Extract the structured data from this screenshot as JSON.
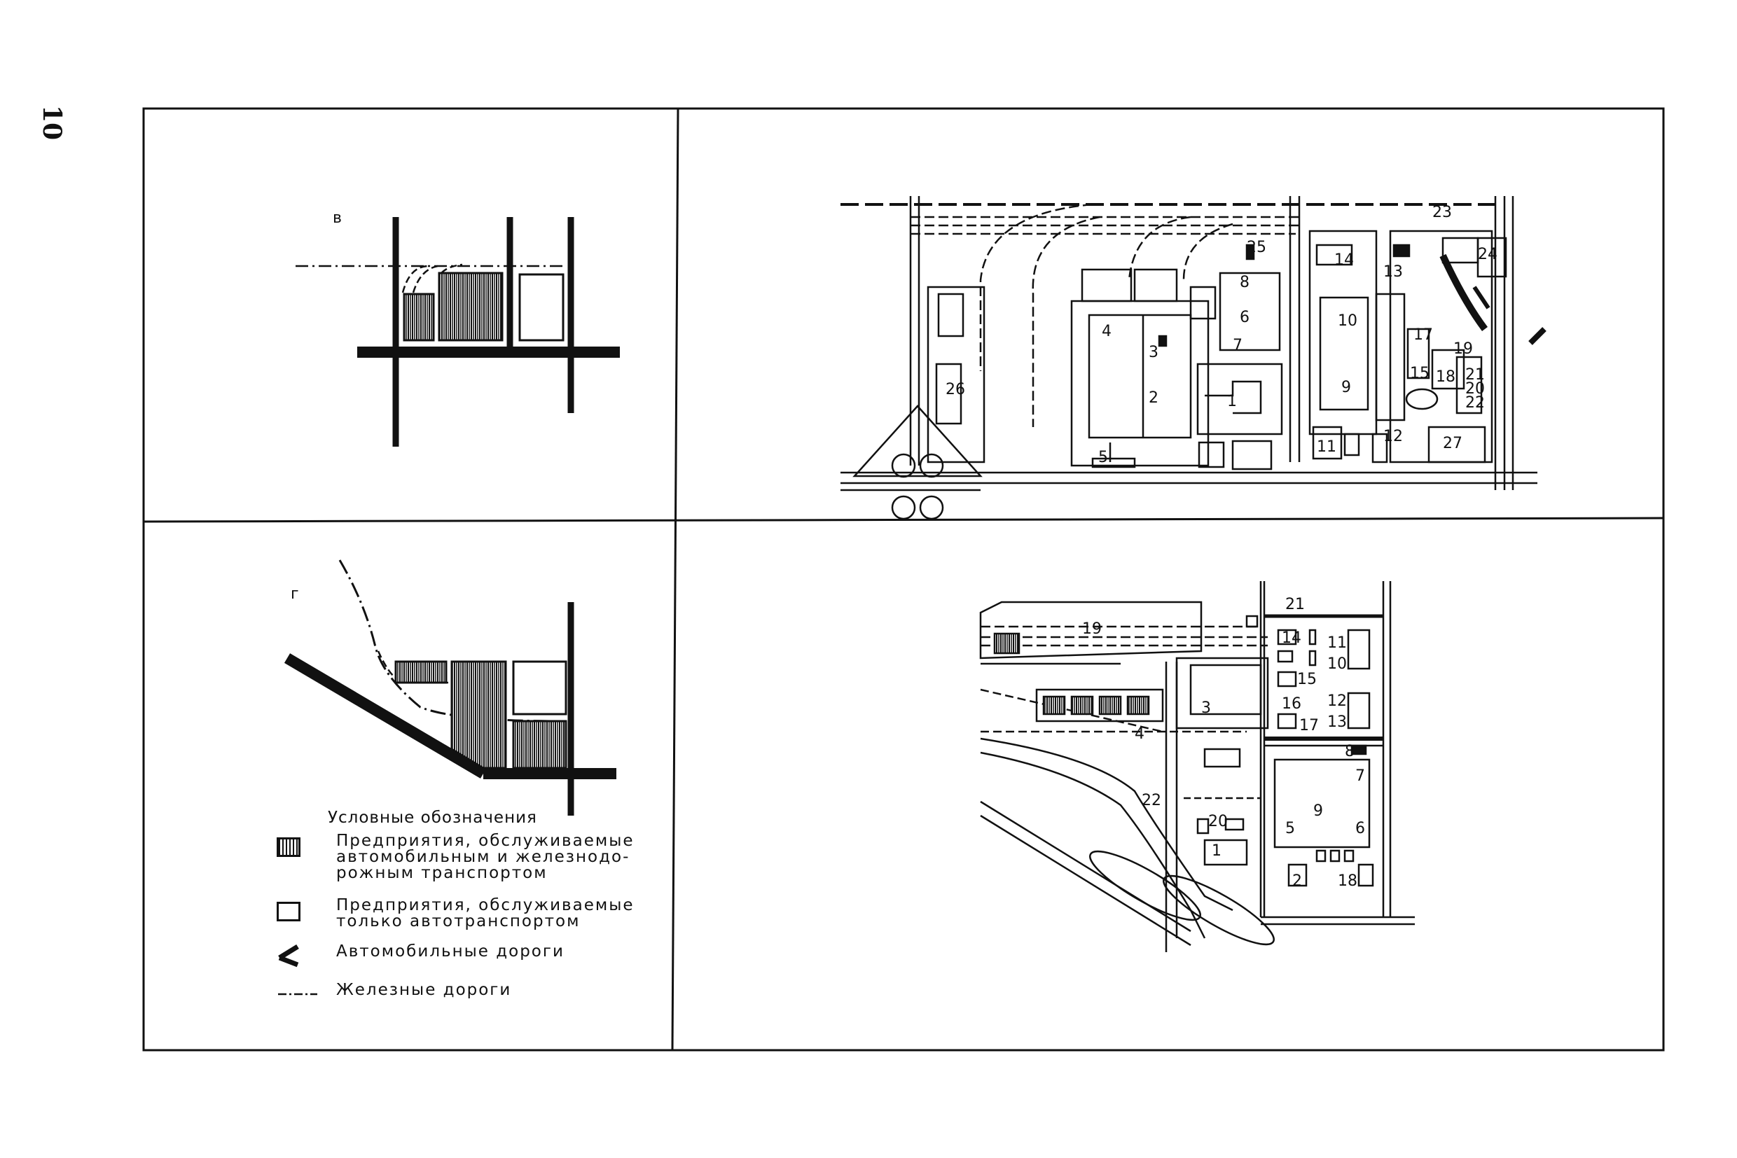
{
  "page_number": "10",
  "panels": {
    "v": {
      "label": "в"
    },
    "g": {
      "label": "г"
    }
  },
  "plan_top_numbers": [
    "1",
    "2",
    "3",
    "4",
    "5",
    "6",
    "7",
    "8",
    "9",
    "10",
    "11",
    "12",
    "13",
    "14",
    "15",
    "17",
    "18",
    "19",
    "20",
    "21",
    "22",
    "23",
    "24",
    "25",
    "26",
    "27"
  ],
  "plan_bottom_numbers": [
    "1",
    "2",
    "3",
    "4",
    "5",
    "6",
    "7",
    "8",
    "9",
    "10",
    "11",
    "12",
    "13",
    "14",
    "15",
    "16",
    "17",
    "18",
    "19",
    "20",
    "21",
    "22"
  ],
  "legend": {
    "title": "Условные обозначения",
    "items": [
      {
        "symbol": "hatched-box-icon",
        "text": "Предприятия, обслуживаемые\nавтомобильным и железнодо-\nрожным транспортом"
      },
      {
        "symbol": "empty-box-icon",
        "text": "Предприятия, обслуживаемые\nтолько автотранспортом"
      },
      {
        "symbol": "road-symbol-icon",
        "text": "Автомобильные дороги"
      },
      {
        "symbol": "railway-symbol-icon",
        "text": "Железные дороги"
      }
    ]
  }
}
